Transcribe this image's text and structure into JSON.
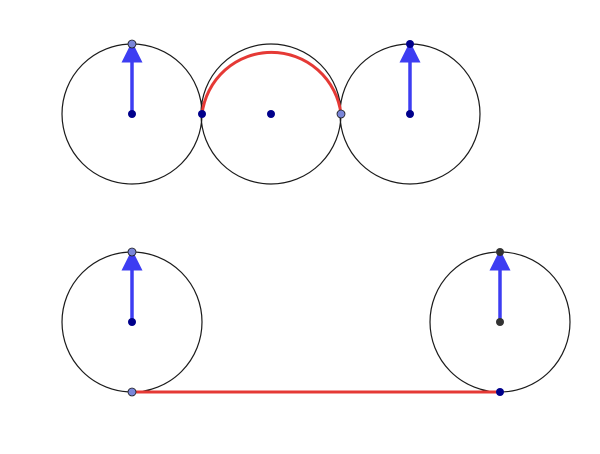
{
  "colors": {
    "background": "#ffffff",
    "circle_stroke": "#1a1a1a",
    "path": "#e53935",
    "vector": "#3d3df2",
    "point_dark": "#00008b",
    "point_light": "#7a86d9",
    "point_gray": "#333333"
  },
  "diagram": {
    "top_row": {
      "circles": [
        {
          "name": "left-circle",
          "vector": true,
          "vector_tip_style": "light"
        },
        {
          "name": "middle-circle",
          "vector": false
        },
        {
          "name": "right-circle",
          "vector": true,
          "vector_tip_style": "dark"
        }
      ],
      "path_type": "semicircular-arc"
    },
    "bottom_row": {
      "circles": [
        {
          "name": "left-circle",
          "vector": true,
          "vector_tip_style": "light"
        },
        {
          "name": "right-circle",
          "vector": true,
          "vector_tip_style": "gray"
        }
      ],
      "path_type": "tangent-line"
    }
  }
}
